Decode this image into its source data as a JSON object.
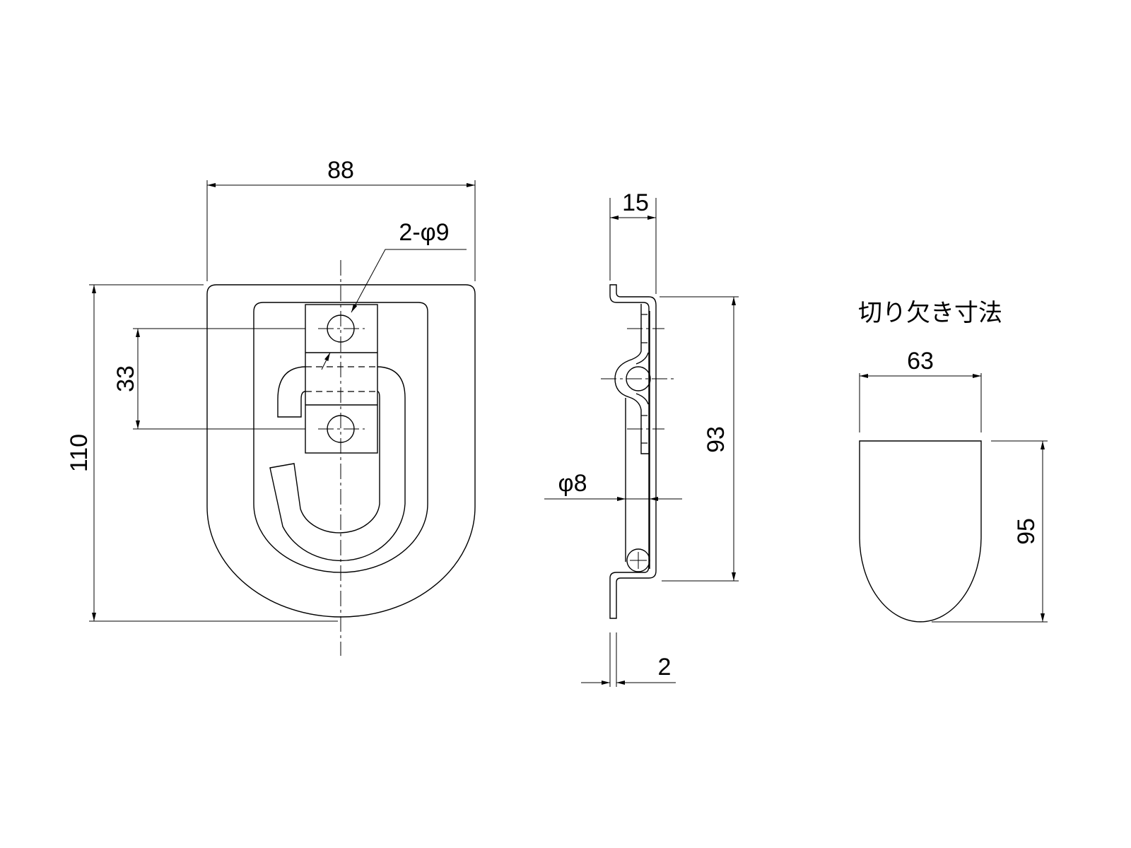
{
  "drawing": {
    "front_view": {
      "width_dim": "88",
      "height_dim": "110",
      "hole_pitch_dim": "33",
      "hole_callout": "2-φ9"
    },
    "side_view": {
      "depth_dim": "15",
      "height_dim": "93",
      "ring_diameter_dim": "φ8",
      "thickness_dim": "2"
    },
    "cutout_view": {
      "title": "切り欠き寸法",
      "width_dim": "63",
      "height_dim": "95"
    },
    "line_color": "#000000",
    "background_color": "#ffffff"
  }
}
